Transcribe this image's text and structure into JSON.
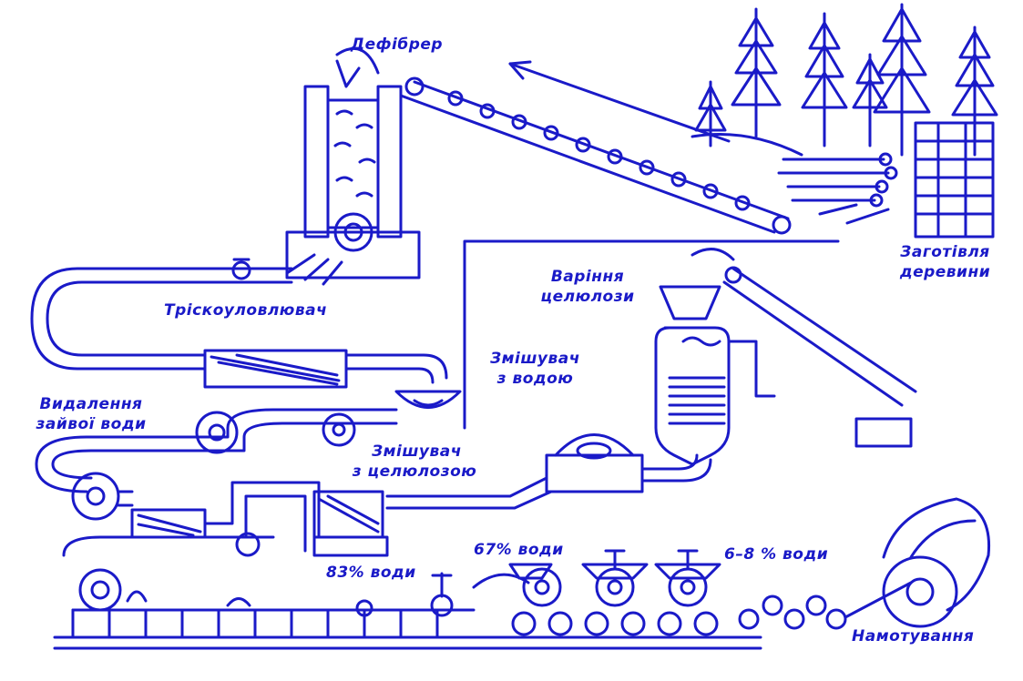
{
  "labels": {
    "defibrer": "Дефібрер",
    "harvest_line1": "Заготівля",
    "harvest_line2": "деревини",
    "cellulose_cooking_line1": "Варіння",
    "cellulose_cooking_line2": "целюлози",
    "chip_catcher": "Тріскоуловлювач",
    "water_mixer_line1": "Змішувач",
    "water_mixer_line2": "з водою",
    "water_removal_line1": "Видалення",
    "water_removal_line2": "зайвої води",
    "cellulose_mixer_line1": "Змішувач",
    "cellulose_mixer_line2": "з целюлозою",
    "water_67": "67% води",
    "water_6_8": "6–8 % води",
    "water_83": "83% води",
    "winding": "Намотування"
  },
  "colors": {
    "ink": "#1a1ac8",
    "background": "#ffffff"
  }
}
